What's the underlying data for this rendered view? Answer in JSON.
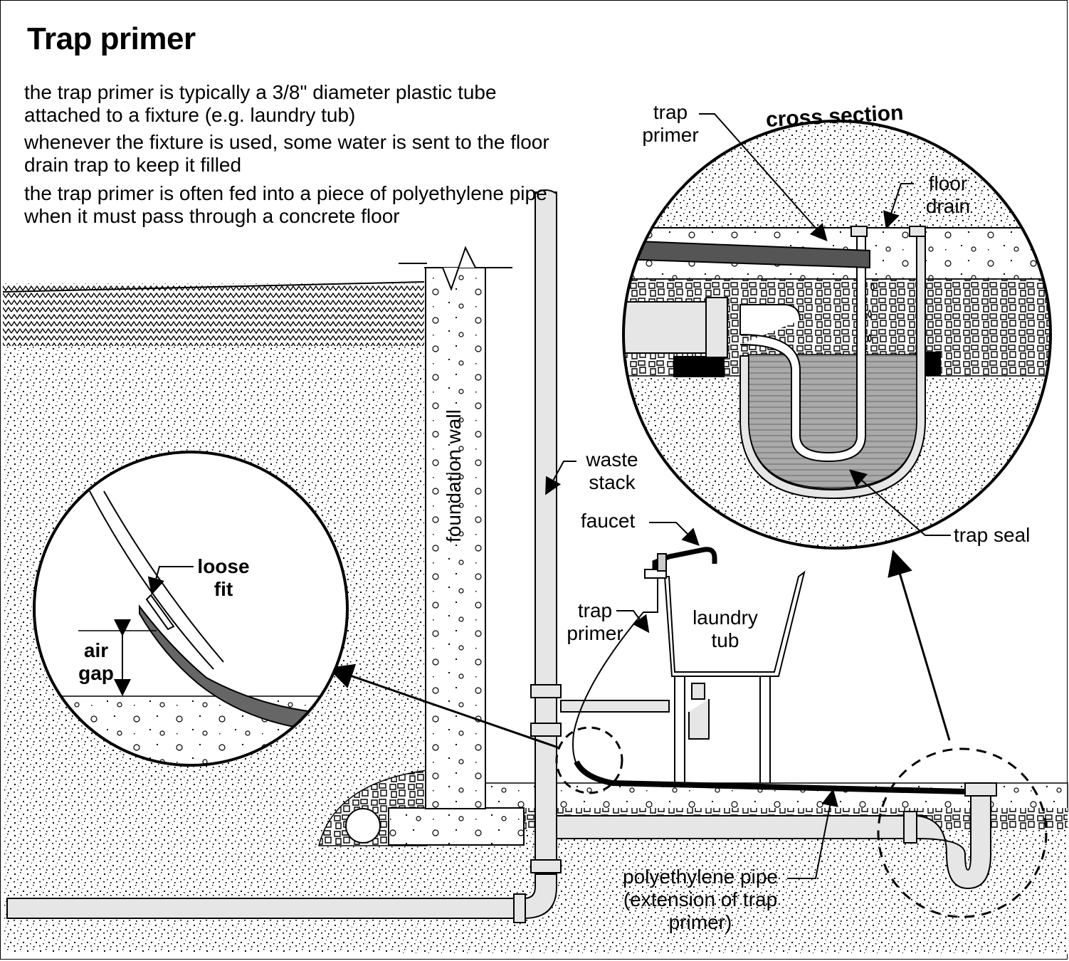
{
  "title": "Trap primer",
  "notes": [
    "the trap primer is typically a 3/8\" diameter plastic tube attached to a fixture (e.g. laundry tub)",
    "whenever the fixture is used, some water is sent to the floor drain trap to keep it filled",
    "the trap primer is often fed into a piece of polyethylene pipe when it must pass through a concrete floor"
  ],
  "labels": {
    "cross_section": "cross section",
    "trap_primer_top": "trap primer",
    "floor_drain": "floor drain",
    "trap_seal": "trap seal",
    "waste_stack": "waste stack",
    "faucet": "faucet",
    "laundry_tub": "laundry tub",
    "trap_primer_mid": "trap primer",
    "foundation_wall": "foundation wall",
    "loose_fit": "loose fit",
    "air_gap": "air gap",
    "polyethylene_pipe": "polyethylene pipe (extension of trap primer)"
  },
  "colors": {
    "ink": "#000000",
    "pipe": "#e6e6e6",
    "water": "#999999",
    "tube": "#555555"
  }
}
